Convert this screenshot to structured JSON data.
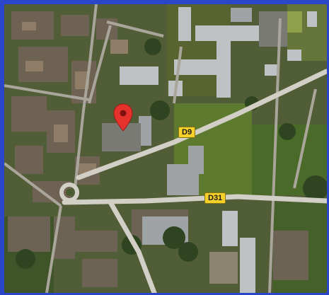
{
  "map": {
    "style": "satellite",
    "roads": [
      {
        "id": "d9",
        "label": "D9"
      },
      {
        "id": "d31",
        "label": "D31"
      }
    ],
    "marker": {
      "icon": "location-pin-icon",
      "color": "#e5322d"
    }
  }
}
